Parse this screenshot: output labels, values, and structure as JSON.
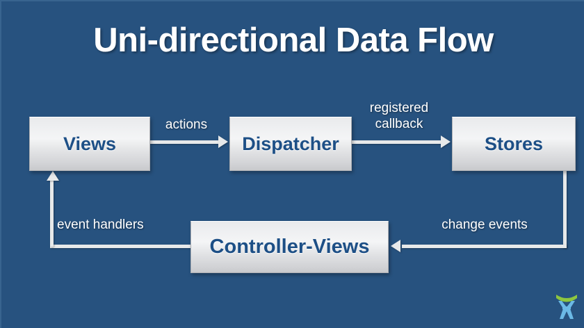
{
  "slide": {
    "title": "Uni-directional Data Flow",
    "background_color": "#27527f",
    "node_text_color": "#1d4f86",
    "connector_color": "#e7e9ea",
    "title_color": "#ffffff"
  },
  "nodes": [
    {
      "id": "views",
      "label": "Views"
    },
    {
      "id": "dispatcher",
      "label": "Dispatcher"
    },
    {
      "id": "stores",
      "label": "Stores"
    },
    {
      "id": "controller",
      "label": "Controller-Views"
    }
  ],
  "edges": [
    {
      "id": "views-to-dispatcher",
      "label": "actions",
      "from": "views",
      "to": "dispatcher"
    },
    {
      "id": "dispatcher-to-stores",
      "label": "registered\ncallback",
      "from": "dispatcher",
      "to": "stores"
    },
    {
      "id": "stores-to-controller",
      "label": "change events",
      "from": "stores",
      "to": "controller"
    },
    {
      "id": "controller-to-views",
      "label": "event handlers",
      "from": "controller",
      "to": "views"
    }
  ],
  "logo": {
    "name": "person-arc-logo",
    "figure_color": "#6bb9e6",
    "arc_color": "#8ec63f"
  }
}
